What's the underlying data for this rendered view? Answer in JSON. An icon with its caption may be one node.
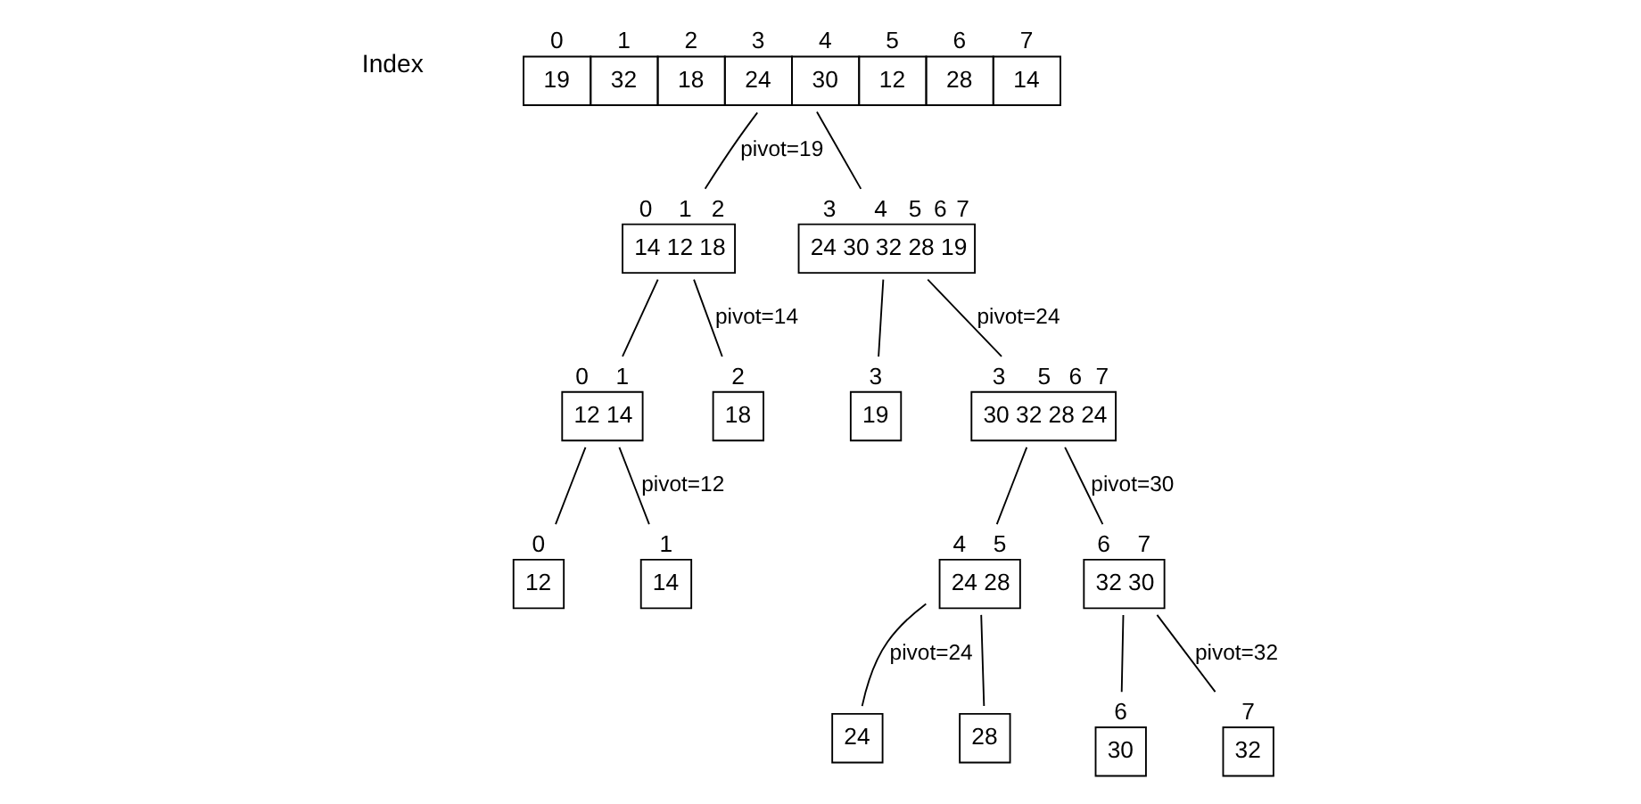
{
  "diagram": {
    "nodes": [
      {
        "text": [
          "19",
          "32",
          "18",
          "24",
          "30",
          "12",
          "28",
          "14"
        ],
        "beside": [
          "0",
          "1",
          "2",
          "3",
          "4",
          "5",
          "6",
          "7"
        ]
      },
      {
        "text": [
          "14 12 18"
        ],
        "beside": [
          "0",
          "1",
          "2"
        ]
      },
      {
        "text": [
          "24 30 32 28 19"
        ],
        "beside": [
          "3",
          "4",
          "5",
          "6",
          "7"
        ]
      },
      {
        "text": [
          "12 14"
        ],
        "beside": [
          "0",
          "1"
        ]
      },
      {
        "text": [
          "18"
        ],
        "beside": [
          "2"
        ]
      },
      {
        "text": [
          "19"
        ],
        "beside": [
          "3"
        ]
      },
      {
        "text": [
          "30 32 28 24"
        ],
        "beside": [
          "3",
          "5",
          "6",
          "7"
        ]
      },
      {
        "text": [
          "12"
        ],
        "beside": [
          "0"
        ]
      },
      {
        "text": [
          "14"
        ],
        "beside": [
          "1"
        ]
      },
      {
        "text": [
          "24 28"
        ],
        "beside": [
          "4",
          "5"
        ]
      },
      {
        "text": [
          "32 30"
        ],
        "beside": [
          "6",
          "7"
        ]
      },
      {
        "text": [
          "24"
        ]
      },
      {
        "text": [
          "28"
        ]
      },
      {
        "text": [
          "30"
        ],
        "beside": [
          "6"
        ]
      },
      {
        "text": [
          "32"
        ],
        "beside": [
          "7"
        ]
      }
    ],
    "edges": [
      {
        "from": 0,
        "to": 1,
        "arrow": "none",
        "label": "pivot=19"
      },
      {
        "from": 0,
        "to": 2,
        "arrow": "none"
      },
      {
        "from": 1,
        "to": 3,
        "arrow": "none"
      },
      {
        "from": 1,
        "to": 4,
        "arrow": "none",
        "label": "pivot=14"
      },
      {
        "from": 2,
        "to": 5,
        "arrow": "none"
      },
      {
        "from": 2,
        "to": 6,
        "arrow": "none",
        "label": "pivot=24"
      },
      {
        "from": 3,
        "to": 7,
        "arrow": "none"
      },
      {
        "from": 3,
        "to": 8,
        "arrow": "none",
        "label": "pivot=12"
      },
      {
        "from": 6,
        "to": 9,
        "arrow": "none"
      },
      {
        "from": 6,
        "to": 10,
        "arrow": "none",
        "label": "pivot=30"
      },
      {
        "from": 9,
        "to": 11,
        "arrow": "none",
        "label": "pivot=24"
      },
      {
        "from": 9,
        "to": 12,
        "arrow": "none"
      },
      {
        "from": 10,
        "to": 13,
        "arrow": "none"
      },
      {
        "from": 10,
        "to": 14,
        "arrow": "none",
        "label": "pivot=32"
      }
    ],
    "labels": [
      "Index"
    ]
  }
}
